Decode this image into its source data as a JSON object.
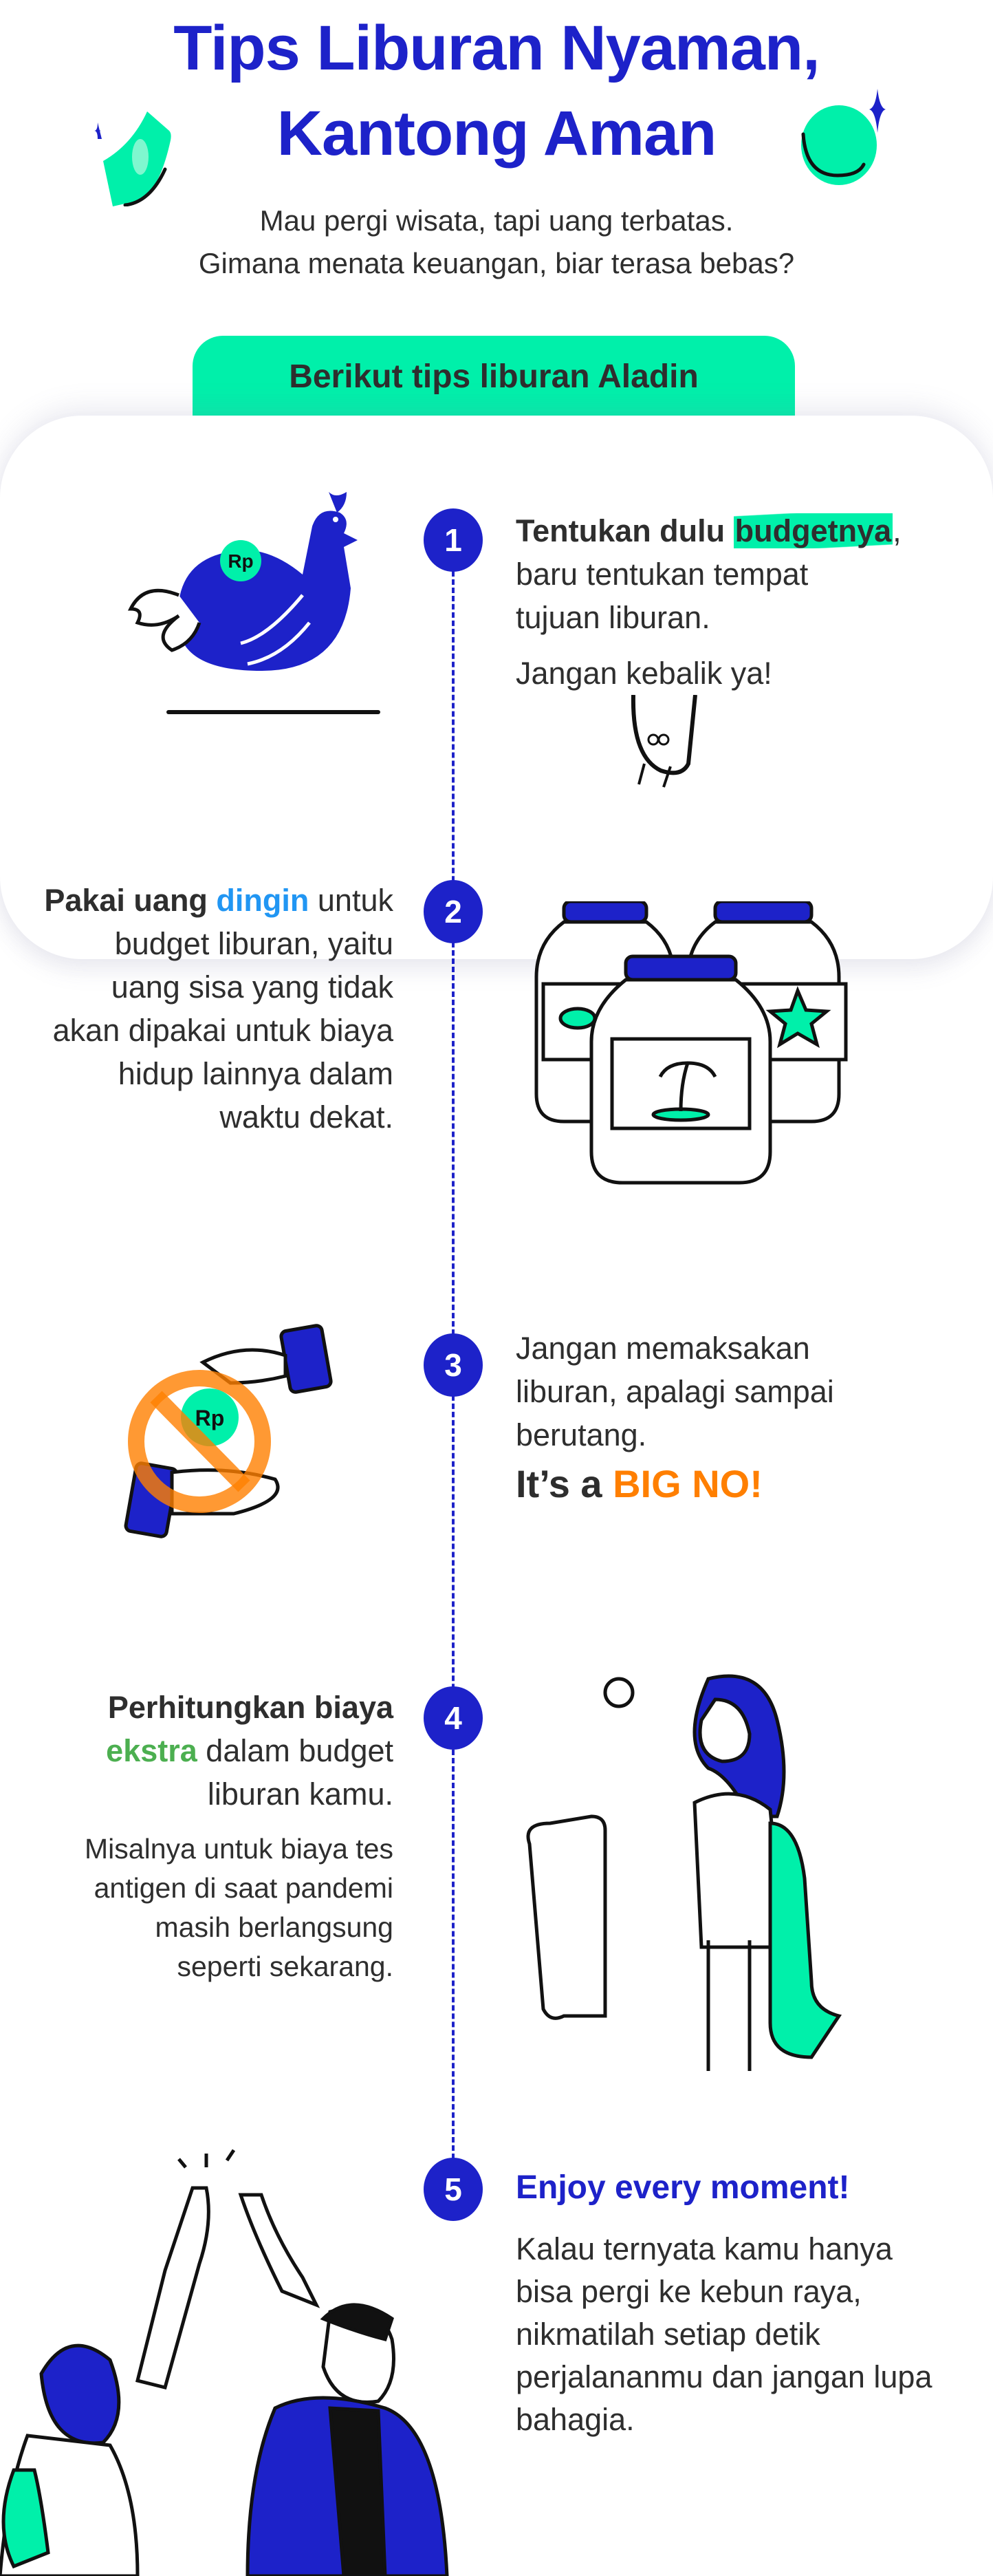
{
  "header": {
    "title_line1": "Tips Liburan Nyaman,",
    "title_line2": "Kantong Aman",
    "subtitle_line1": "Mau pergi wisata, tapi uang terbatas.",
    "subtitle_line2": "Gimana menata keuangan, biar terasa bebas?",
    "badge": "Berikut tips liburan Aladin"
  },
  "colors": {
    "brand_blue": "#1d22c9",
    "accent_green": "#00f0aa",
    "text": "#2e2e2e",
    "orange": "#ff7f00",
    "light_blue": "#2196f3",
    "leaf_green": "#4caf50"
  },
  "steps": [
    {
      "number": "1",
      "bold_pre": "Tentukan dulu ",
      "highlight": "budgetnya",
      "after": ",",
      "body": "baru tentukan tempat tujuan liburan.",
      "note": "Jangan kebalik ya!",
      "coin_label": "Rp"
    },
    {
      "number": "2",
      "bold_pre": "Pakai uang ",
      "highlight": "dingin",
      "body": "untuk budget liburan, yaitu uang sisa yang tidak akan dipakai untuk biaya hidup lainnya dalam waktu dekat."
    },
    {
      "number": "3",
      "body": "Jangan memaksakan liburan, apalagi sampai berutang.",
      "emph_pre": "It’s a ",
      "emph": "BIG NO!",
      "coin_label": "Rp"
    },
    {
      "number": "4",
      "bold_pre": "Perhitungkan biaya",
      "highlight": "ekstra",
      "body": "dalam budget liburan kamu.",
      "note": "Misalnya untuk biaya tes antigen di saat pandemi masih berlangsung seperti sekarang."
    },
    {
      "number": "5",
      "title": "Enjoy every moment!",
      "body": "Kalau ternyata kamu hanya bisa pergi ke kebun raya, nikmatilah setiap detik perjalananmu dan jangan lupa bahagia."
    }
  ]
}
